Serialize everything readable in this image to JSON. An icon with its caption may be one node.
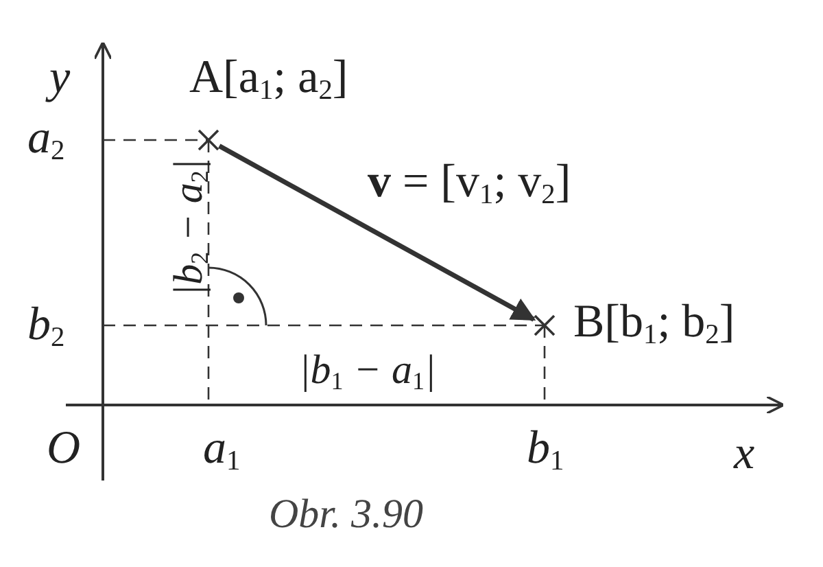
{
  "diagram": {
    "caption": "Obr. 3.90",
    "nodes": [
      {
        "text": [],
        "shape": "cross",
        "beside": [
          "A[a$_{1}$; a$_{2}$]"
        ]
      },
      {
        "text": [],
        "shape": "cross",
        "beside": [
          "B[b$_{1}$; b$_{2}$]"
        ]
      }
    ],
    "edges": [
      {
        "from": 0,
        "to": 1,
        "arrow": "to",
        "label": "**v** = [v$_{1}$; v$_{2}$]"
      }
    ],
    "labels": [
      "y",
      "a$_{2}$",
      "|b$_{2}$ − a$_{2}$|",
      "b$_{2}$",
      "|b$_{1}$ − a$_{1}$|",
      "O",
      "a$_{1}$",
      "b$_{1}$",
      "x"
    ]
  }
}
